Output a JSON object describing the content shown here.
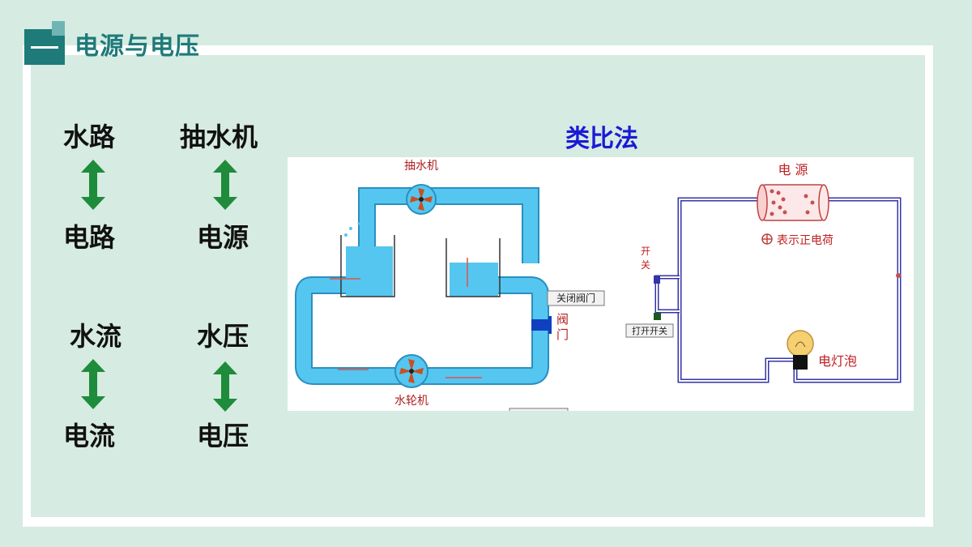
{
  "header": {
    "title": "电源与电压"
  },
  "left_terms": {
    "water_circuit": "水路",
    "circuit": "电路",
    "pump": "抽水机",
    "power_source": "电源",
    "water_flow": "水流",
    "current": "电流",
    "water_pressure": "水压",
    "voltage": "电压"
  },
  "method": "类比法",
  "water_diagram": {
    "pump_label": "抽水机",
    "close_valve_label": "关闭阀门",
    "valve_label_1": "阀",
    "valve_label_2": "门",
    "turbine_label": "水轮机"
  },
  "electric_diagram": {
    "source_label": "电 源",
    "legend_label": "表示正电荷",
    "switch_label_1": "开",
    "switch_label_2": "关",
    "open_switch_label": "打开开关",
    "bulb_label": "电灯泡"
  },
  "colors": {
    "teal": "#1f7a7a",
    "water": "#55c6ef",
    "arrow_green": "#1e8c3a",
    "method_blue": "#1a1ad6",
    "wire": "#3434a8"
  }
}
